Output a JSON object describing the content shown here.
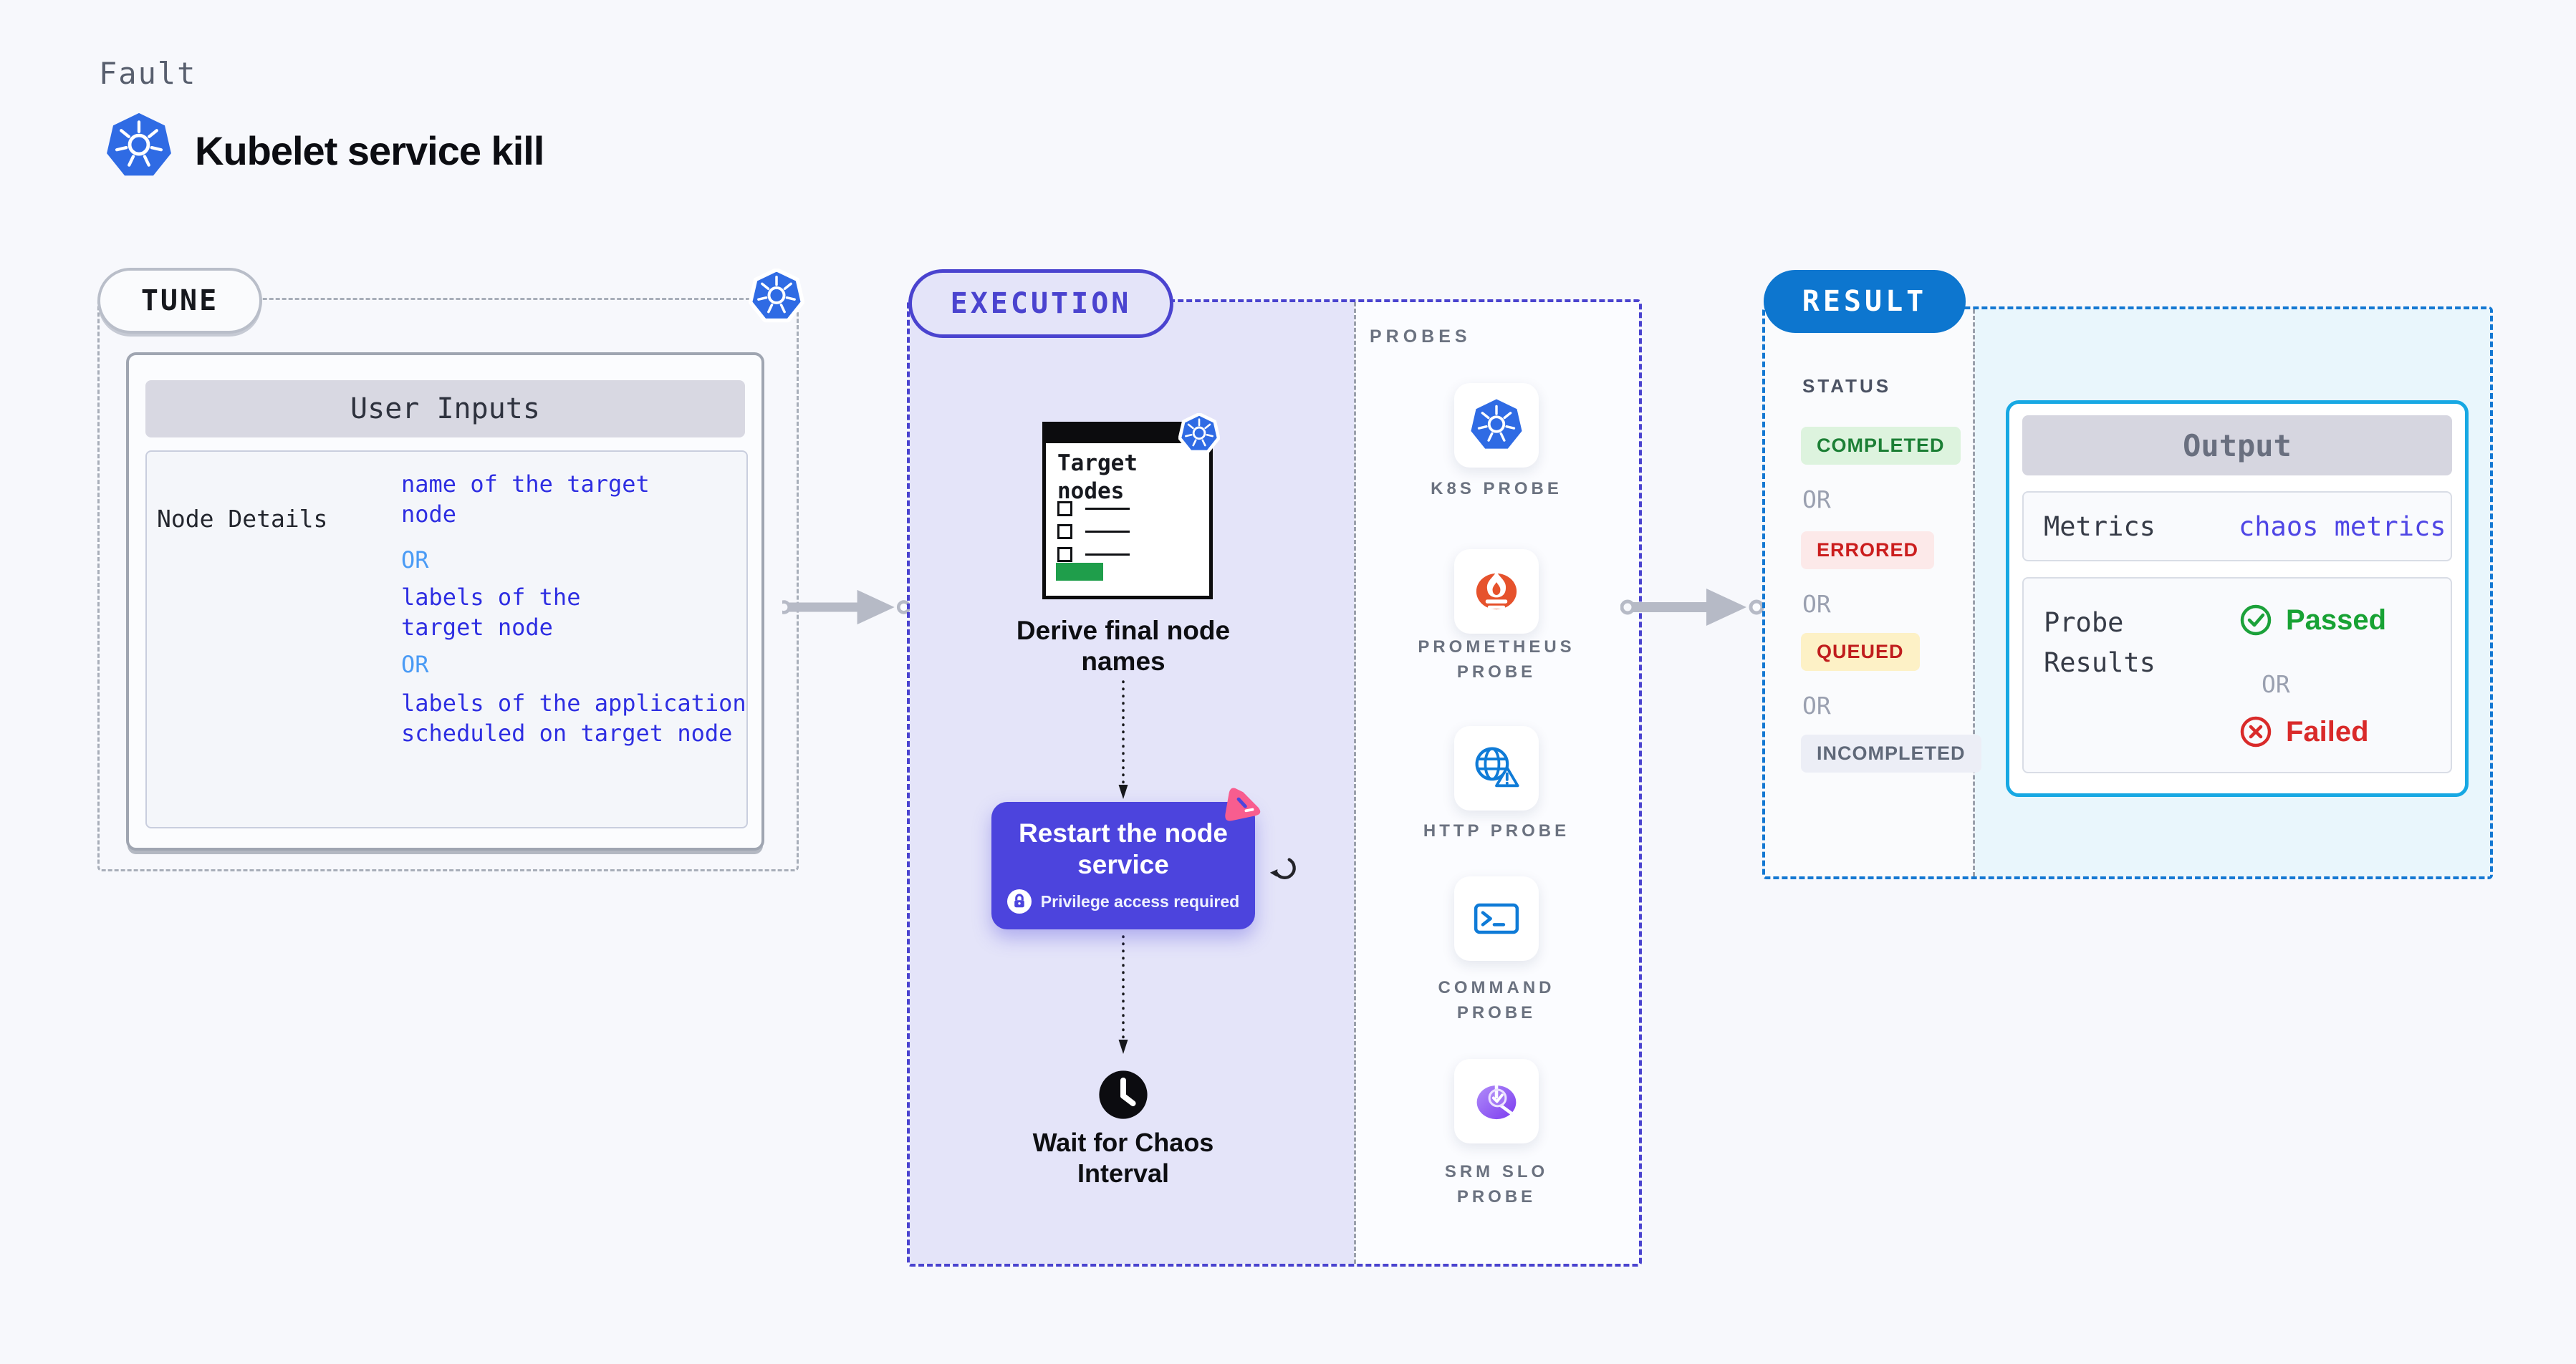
{
  "header": {
    "kicker": "Fault",
    "title": "Kubelet service kill"
  },
  "tune": {
    "label": "TUNE",
    "user_inputs": {
      "title": "User Inputs",
      "row_label": "Node Details",
      "or_label": "OR",
      "option_1": "name of the target\nnode",
      "option_2": "labels of the\ntarget node",
      "option_3": "labels of the application\n scheduled on target node"
    }
  },
  "execution": {
    "label": "EXECUTION",
    "target_nodes_label": "Target\nnodes",
    "step_derive": "Derive final node\nnames",
    "step_restart": "Restart the node\nservice",
    "privilege_note": "Privilege access required",
    "step_wait": "Wait for Chaos\nInterval"
  },
  "probes": {
    "label": "PROBES",
    "items": [
      {
        "label": "K8S PROBE",
        "icon": "kubernetes-icon"
      },
      {
        "label": "PROMETHEUS\nPROBE",
        "icon": "prometheus-icon"
      },
      {
        "label": "HTTP PROBE",
        "icon": "http-globe-icon"
      },
      {
        "label": "COMMAND\nPROBE",
        "icon": "terminal-icon"
      },
      {
        "label": "SRM SLO\nPROBE",
        "icon": "slo-gauge-icon"
      }
    ]
  },
  "result": {
    "label": "RESULT",
    "status_heading": "STATUS",
    "or_label": "OR",
    "statuses": [
      {
        "label": "COMPLETED",
        "bg": "#ddf3de",
        "color": "#1c7f35"
      },
      {
        "label": "ERRORED",
        "bg": "#fce9e9",
        "color": "#cb1d1d"
      },
      {
        "label": "QUEUED",
        "bg": "#fdf1c6",
        "color": "#c01d1d"
      },
      {
        "label": "INCOMPLETED",
        "bg": "#eceef6",
        "color": "#5f6878"
      }
    ],
    "output": {
      "title": "Output",
      "metrics_label": "Metrics",
      "metrics_value": "chaos metrics",
      "probe_results_label": "Probe\nResults",
      "passed_label": "Passed",
      "or_label": "OR",
      "failed_label": "Failed"
    }
  },
  "colors": {
    "page_bg": "#f7f8fc",
    "kubernetes_blue": "#2f6be4",
    "tune_border": "#a8aeb9",
    "execution_accent": "#4a43cf",
    "execution_bg": "#e4e4f9",
    "restart_box": "#4c44dd",
    "chaos_badge_pink": "#f85d8f",
    "result_accent": "#1478d2",
    "result_pill": "#0d76cf",
    "output_border": "#17a8e3",
    "output_bg": "#e9f6fc",
    "option_text": "#2e2ee2",
    "or_text": "#4a9bf5",
    "metrics_value": "#4f46e5",
    "passed_green": "#18a234",
    "failed_red": "#d92a2a",
    "prometheus_orange": "#e6522c",
    "target_green": "#1f9e4b"
  }
}
